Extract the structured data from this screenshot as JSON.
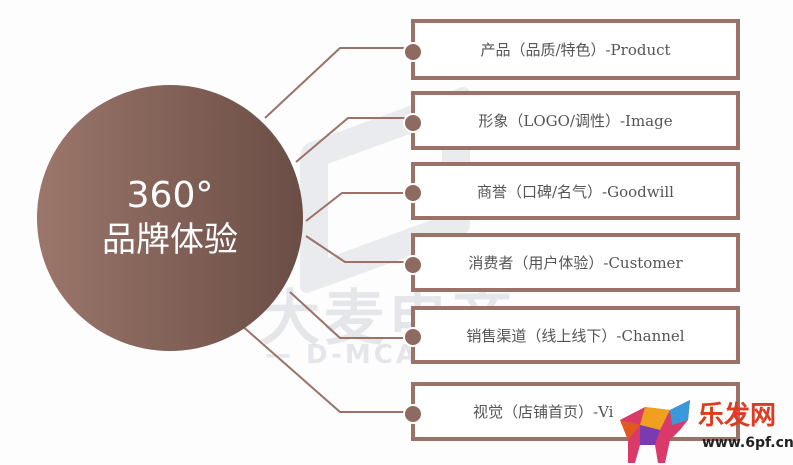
{
  "hub": {
    "line1": "360°",
    "line2": "品牌体验"
  },
  "items": [
    {
      "label": "产品（品质/特色）-Product"
    },
    {
      "label": "形象（LOGO/调性）-Image"
    },
    {
      "label": "商誉（口碑/名气）-Goodwill"
    },
    {
      "label": "消费者（用户体验）-Customer"
    },
    {
      "label": "销售渠道（线上线下）-Channel"
    },
    {
      "label": "视觉（店铺首页）-Vi"
    }
  ],
  "watermark": {
    "cn": "大麦电商",
    "en": "— D-MCARK —"
  },
  "logo": {
    "name": "乐发网",
    "url": "www.6pf.cn"
  },
  "colors": {
    "accent": "#9a7268",
    "hub_dark": "#6a4d45"
  }
}
